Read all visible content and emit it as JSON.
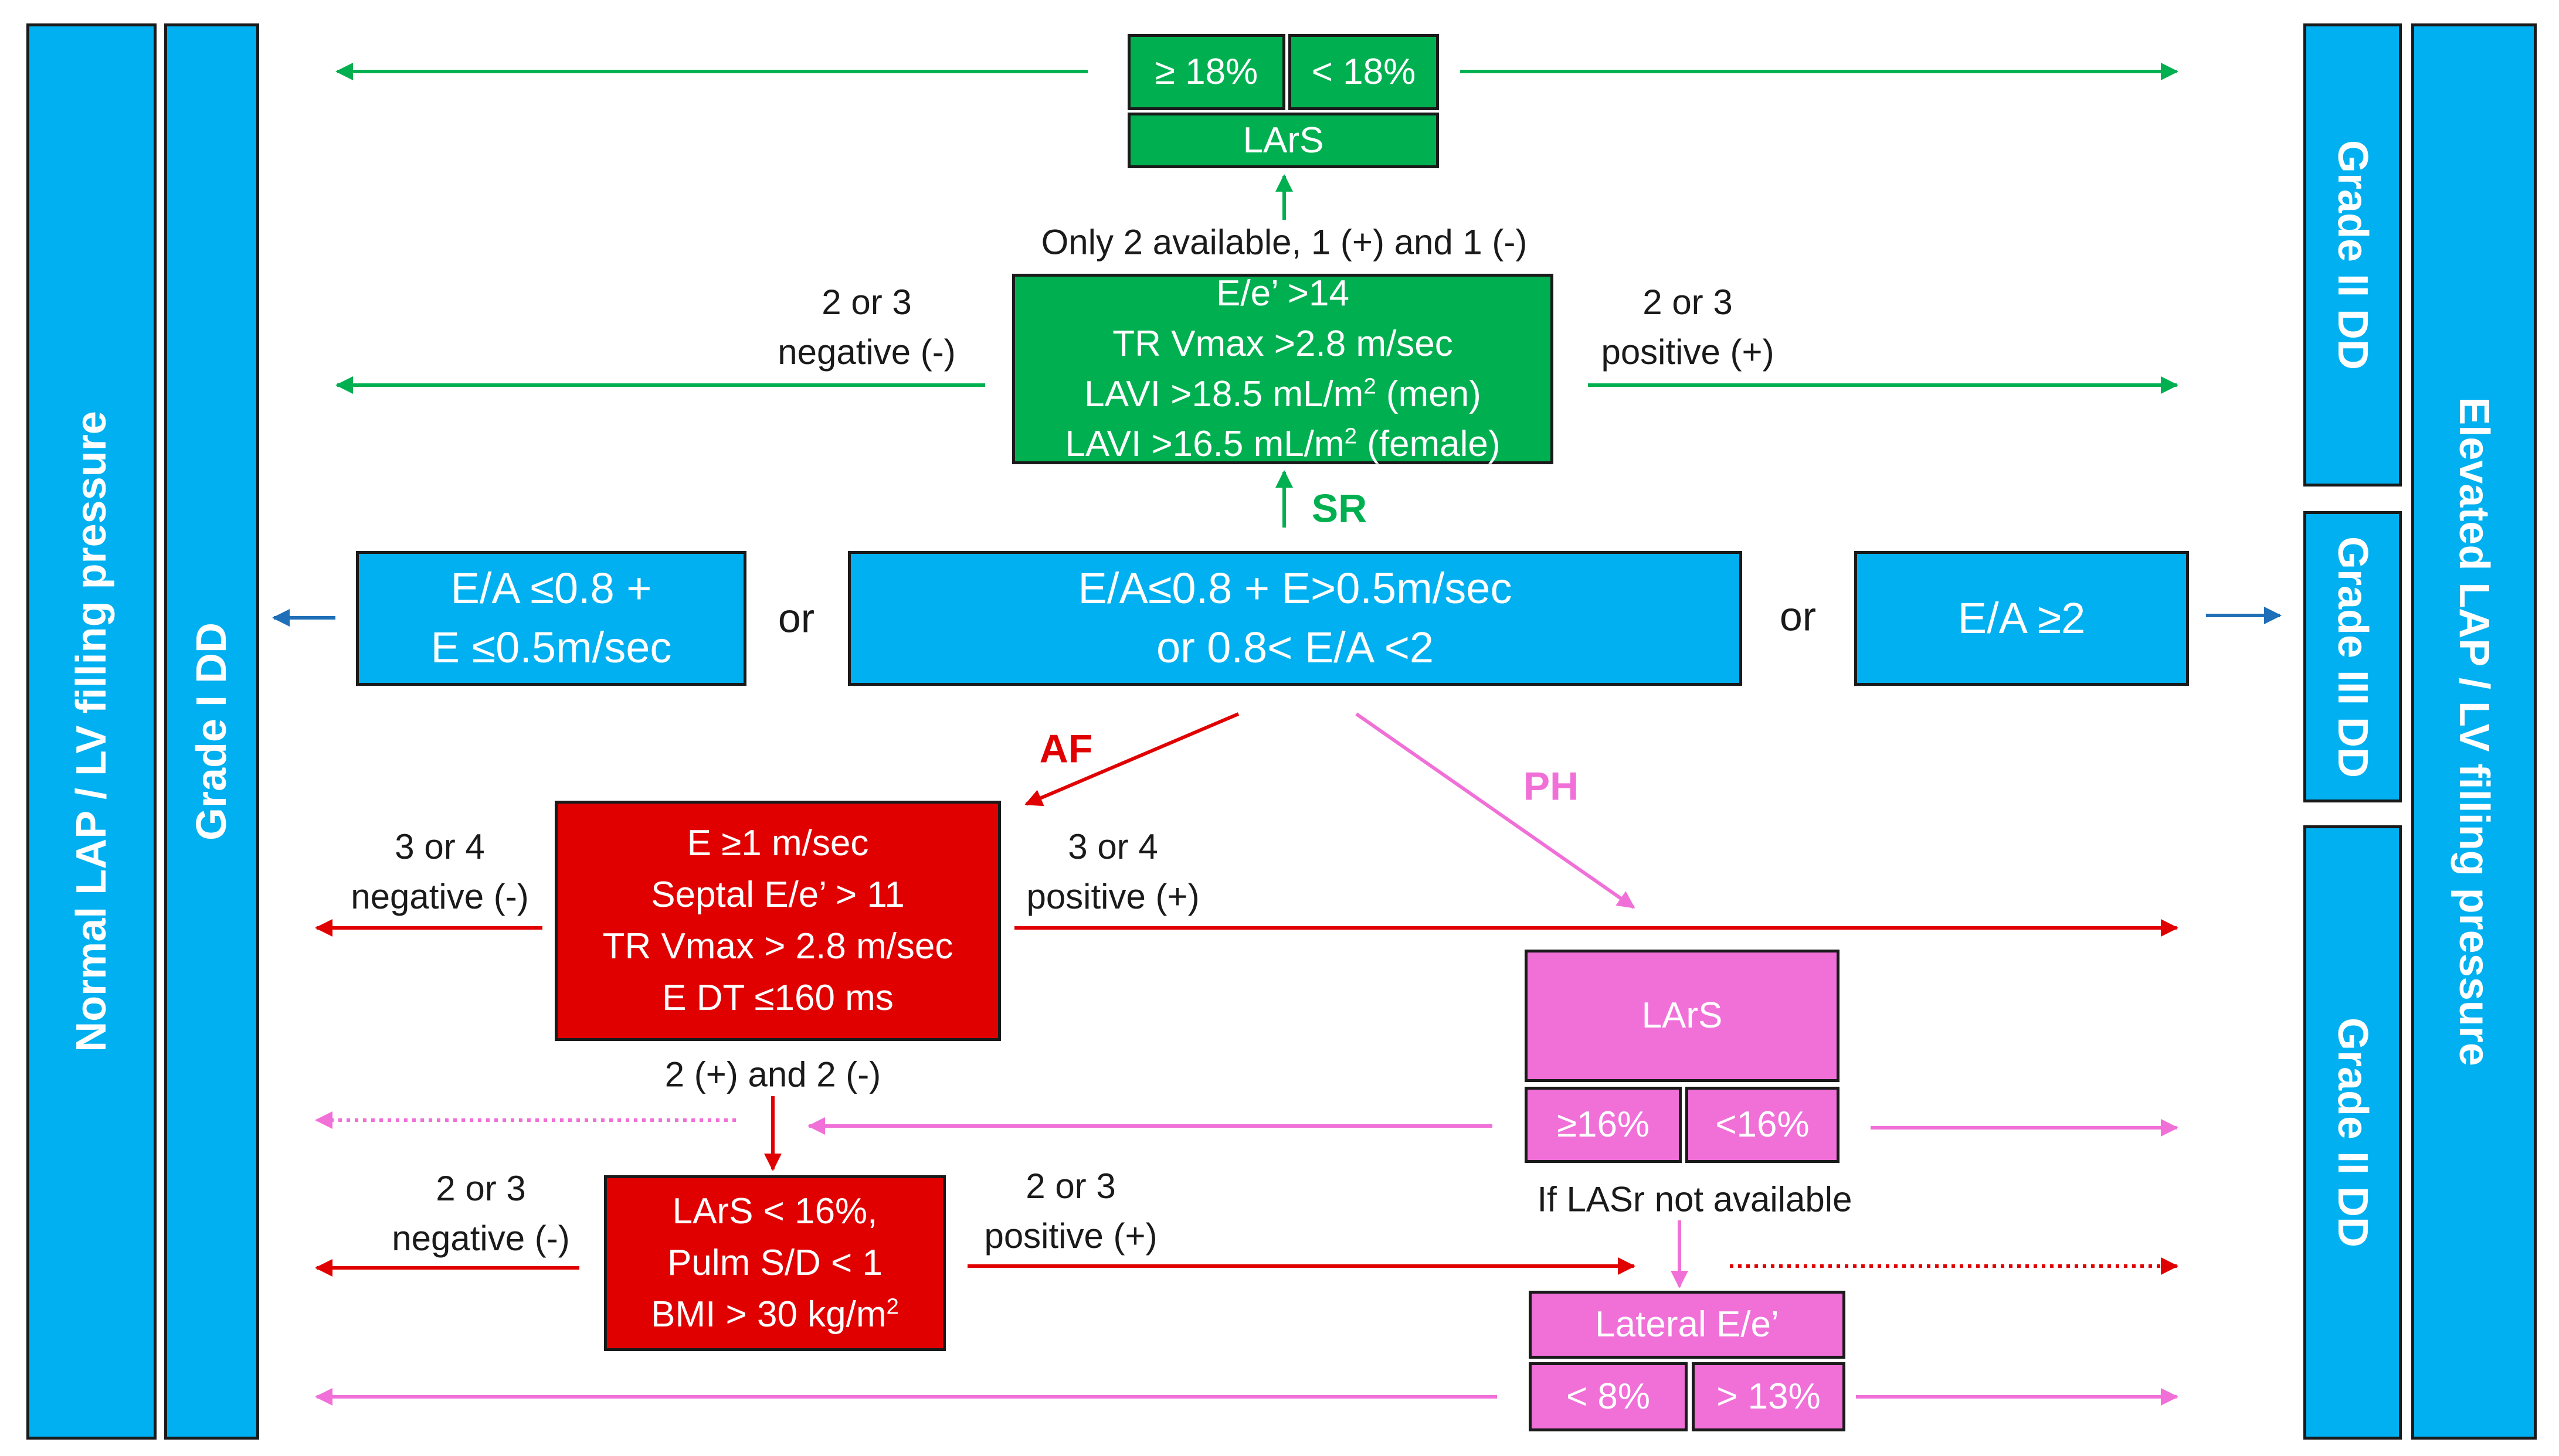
{
  "side_bars": {
    "normal": "Normal LAP / LV filling pressure",
    "grade1": "Grade I  DD",
    "grade2_top": "Grade II DD",
    "grade3": "Grade III DD",
    "grade2_bottom": "Grade II DD",
    "elevated": "Elevated LAP / LV filling pressure"
  },
  "entry": {
    "left_lines": [
      "E/A ≤0.8 +",
      "E ≤0.5m/sec"
    ],
    "center_lines": [
      "E/A≤0.8 + E>0.5m/sec",
      "or  0.8< E/A <2"
    ],
    "right_label": "E/A ≥2",
    "or_left": "or",
    "or_right": "or"
  },
  "sr": {
    "tag": "SR",
    "criteria": [
      "E/e’ >14",
      "TR Vmax >2.8 m/sec"
    ],
    "lavi_men": {
      "text": "LAVI >18.5 mL/m",
      "sup": "2",
      "suffix": " (men)"
    },
    "lavi_female": {
      "text": "LAVI >16.5 mL/m",
      "sup": "2",
      "suffix": " (female)"
    },
    "left_result": [
      "2 or 3",
      "negative (-)"
    ],
    "right_result": [
      "2 or 3",
      "positive (+)"
    ],
    "partial": "Only 2 available, 1 (+) and 1 (-)",
    "lars_label": "LArS",
    "lars_low": "≥ 18%",
    "lars_high": "< 18%"
  },
  "af": {
    "tag": "AF",
    "criteria": [
      "E ≥1 m/sec",
      "Septal E/e’ > 11",
      "TR Vmax > 2.8 m/sec",
      "E DT ≤160 ms"
    ],
    "left_result": [
      "3 or 4",
      "negative (-)"
    ],
    "right_result": [
      "3 or 4",
      "positive (+)"
    ],
    "partial": "2 (+) and 2 (-)",
    "second_criteria": [
      "LArS < 16%,",
      "Pulm S/D < 1"
    ],
    "bmi": {
      "text": "BMI > 30 kg/m",
      "sup": "2"
    },
    "second_left": [
      "2 or 3",
      "negative (-)"
    ],
    "second_right": [
      "2 or 3",
      "positive (+)"
    ]
  },
  "ph": {
    "tag": "PH",
    "lars_label": "LArS",
    "lars_low": "≥16%",
    "lars_high": "<16%",
    "fallback_note": "If LASr not available",
    "lateral_label": "Lateral E/e’",
    "lateral_low": "< 8%",
    "lateral_high": "> 13%"
  },
  "colors": {
    "blue": "#00b0f0",
    "green": "#00b050",
    "red": "#e00000",
    "pink": "#f070d8",
    "dark_blue_arrow": "#1f6fb8"
  }
}
